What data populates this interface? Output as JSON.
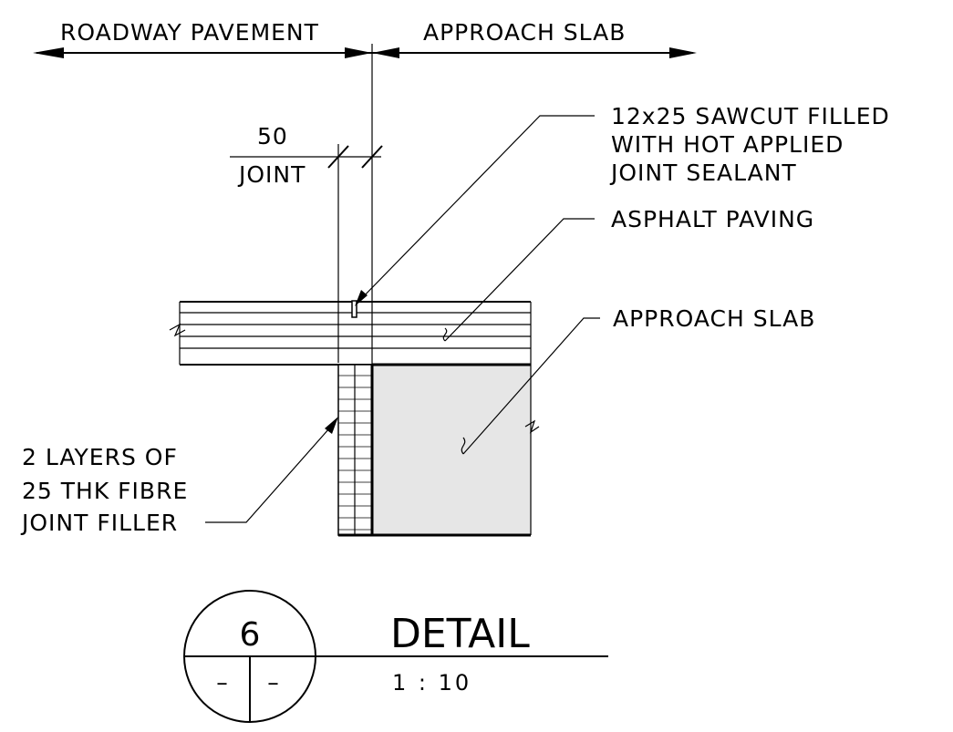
{
  "labels": {
    "roadway_pavement": "ROADWAY PAVEMENT",
    "approach_slab_top": "APPROACH SLAB",
    "joint_width": "50",
    "joint": "JOINT",
    "sawcut_line1": "12x25 SAWCUT FILLED",
    "sawcut_line2": "WITH HOT APPLIED",
    "sawcut_line3": "JOINT SEALANT",
    "asphalt_paving": "ASPHALT PAVING",
    "approach_slab_side": "APPROACH SLAB",
    "filler_line1": "2 LAYERS OF",
    "filler_line2": "25 THK FIBRE",
    "filler_line3": "JOINT FILLER"
  },
  "title_block": {
    "detail_number": "6",
    "sheet_left": "–",
    "sheet_right": "–",
    "title": "DETAIL",
    "scale": "1 : 10"
  },
  "colors": {
    "slab_fill": "#e6e6e6",
    "line": "#000000"
  }
}
